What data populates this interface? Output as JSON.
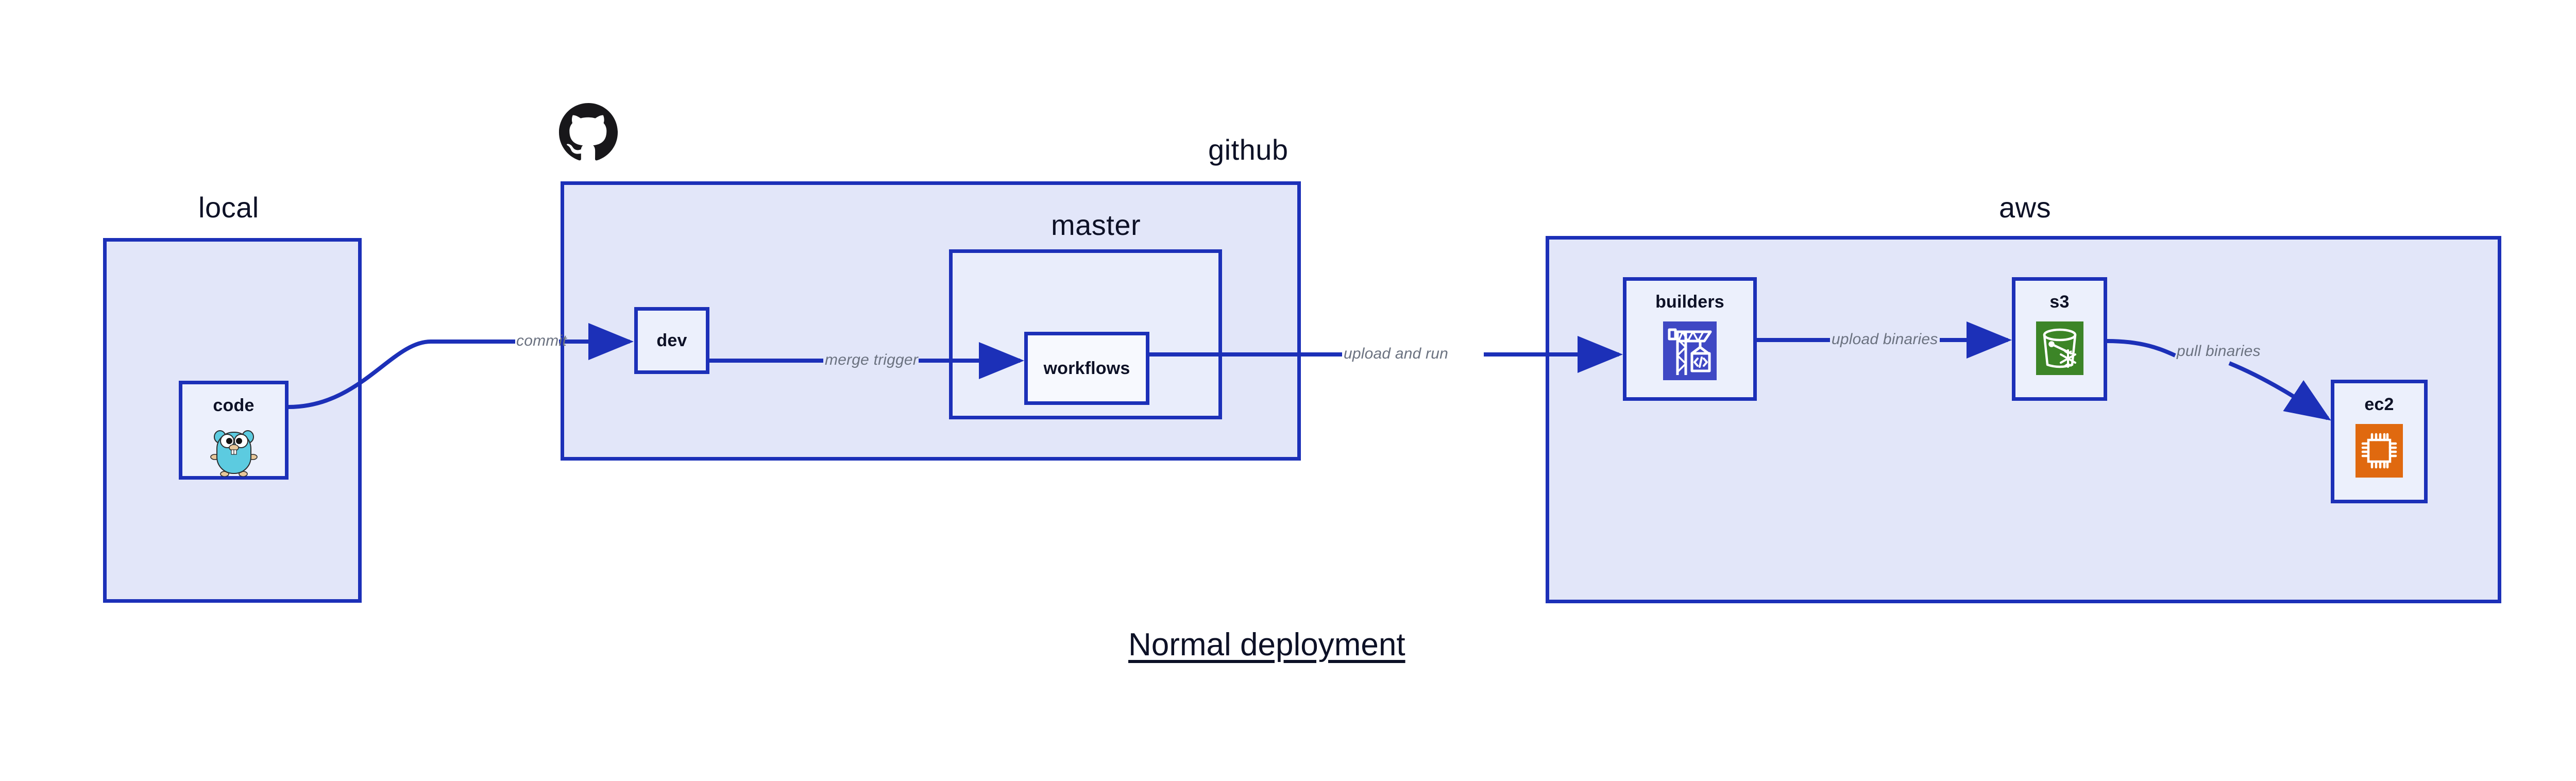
{
  "diagram": {
    "title": "Normal deployment",
    "groups": [
      {
        "id": "local",
        "label": "local"
      },
      {
        "id": "github",
        "label": "github"
      },
      {
        "id": "master",
        "label": "master"
      },
      {
        "id": "aws",
        "label": "aws"
      }
    ],
    "nodes": [
      {
        "id": "code",
        "label": "code",
        "icon": "go-gopher-icon"
      },
      {
        "id": "dev",
        "label": "dev",
        "icon": "none"
      },
      {
        "id": "workflows",
        "label": "workflows",
        "icon": "none"
      },
      {
        "id": "builders",
        "label": "builders",
        "icon": "crane-code-icon"
      },
      {
        "id": "s3",
        "label": "s3",
        "icon": "s3-bucket-glacier-icon"
      },
      {
        "id": "ec2",
        "label": "ec2",
        "icon": "cpu-chip-icon"
      }
    ],
    "edges": [
      {
        "id": "commit",
        "label": "commit",
        "from": "code",
        "to": "dev"
      },
      {
        "id": "merge-trigger",
        "label": "merge trigger",
        "from": "dev",
        "to": "workflows"
      },
      {
        "id": "upload-and-run",
        "label": "upload and run",
        "from": "workflows",
        "to": "builders"
      },
      {
        "id": "upload-binaries",
        "label": "upload binaries",
        "from": "builders",
        "to": "s3"
      },
      {
        "id": "pull-binaries",
        "label": "pull binaries",
        "from": "s3",
        "to": "ec2"
      }
    ],
    "logos": [
      {
        "id": "github-octocat",
        "icon": "github-octocat-icon"
      }
    ],
    "colors": {
      "group_fill": "#e2e6f9",
      "subgroup_fill": "#e9edfb",
      "node_fill": "#ecf0fc",
      "node_fill_plain": "#f7f9fe",
      "border": "#1c30b8",
      "arrow": "#1c30b8",
      "text": "#0d1126",
      "edge_label_text": "#6b7280",
      "builders_icon_bg": "#3f48c4",
      "s3_icon_bg": "#3c8527",
      "ec2_icon_bg": "#e0690f",
      "gopher_body": "#5ccbe0",
      "octocat": "#18171a"
    }
  }
}
